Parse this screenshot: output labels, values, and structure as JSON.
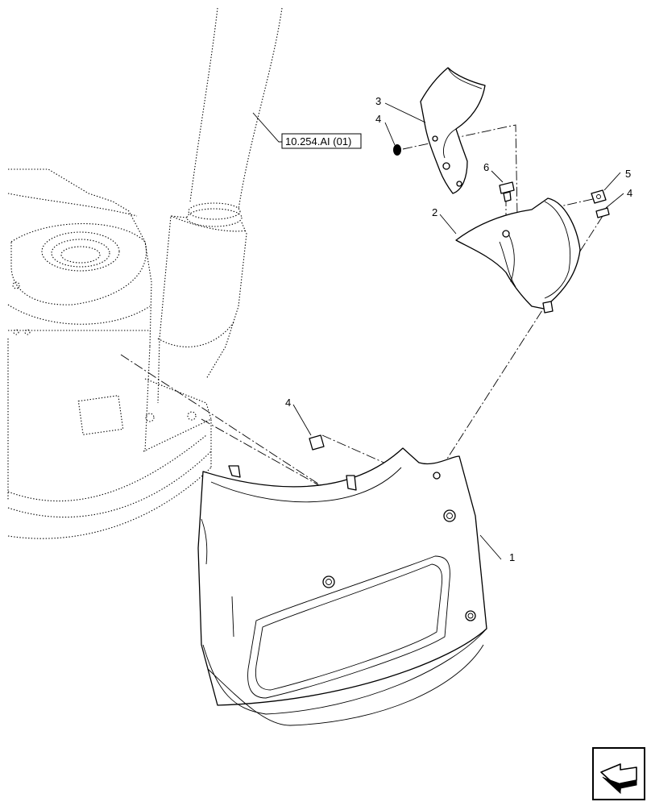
{
  "reference_label": "10.254.AI (01)",
  "callouts": {
    "part_1": "1",
    "part_2": "2",
    "part_3": "3",
    "part_4_top": "4",
    "part_4_right": "4",
    "part_4_mid": "4",
    "part_5": "5",
    "part_6": "6"
  },
  "icons": {
    "navigation": "next-page-arrow-icon"
  }
}
